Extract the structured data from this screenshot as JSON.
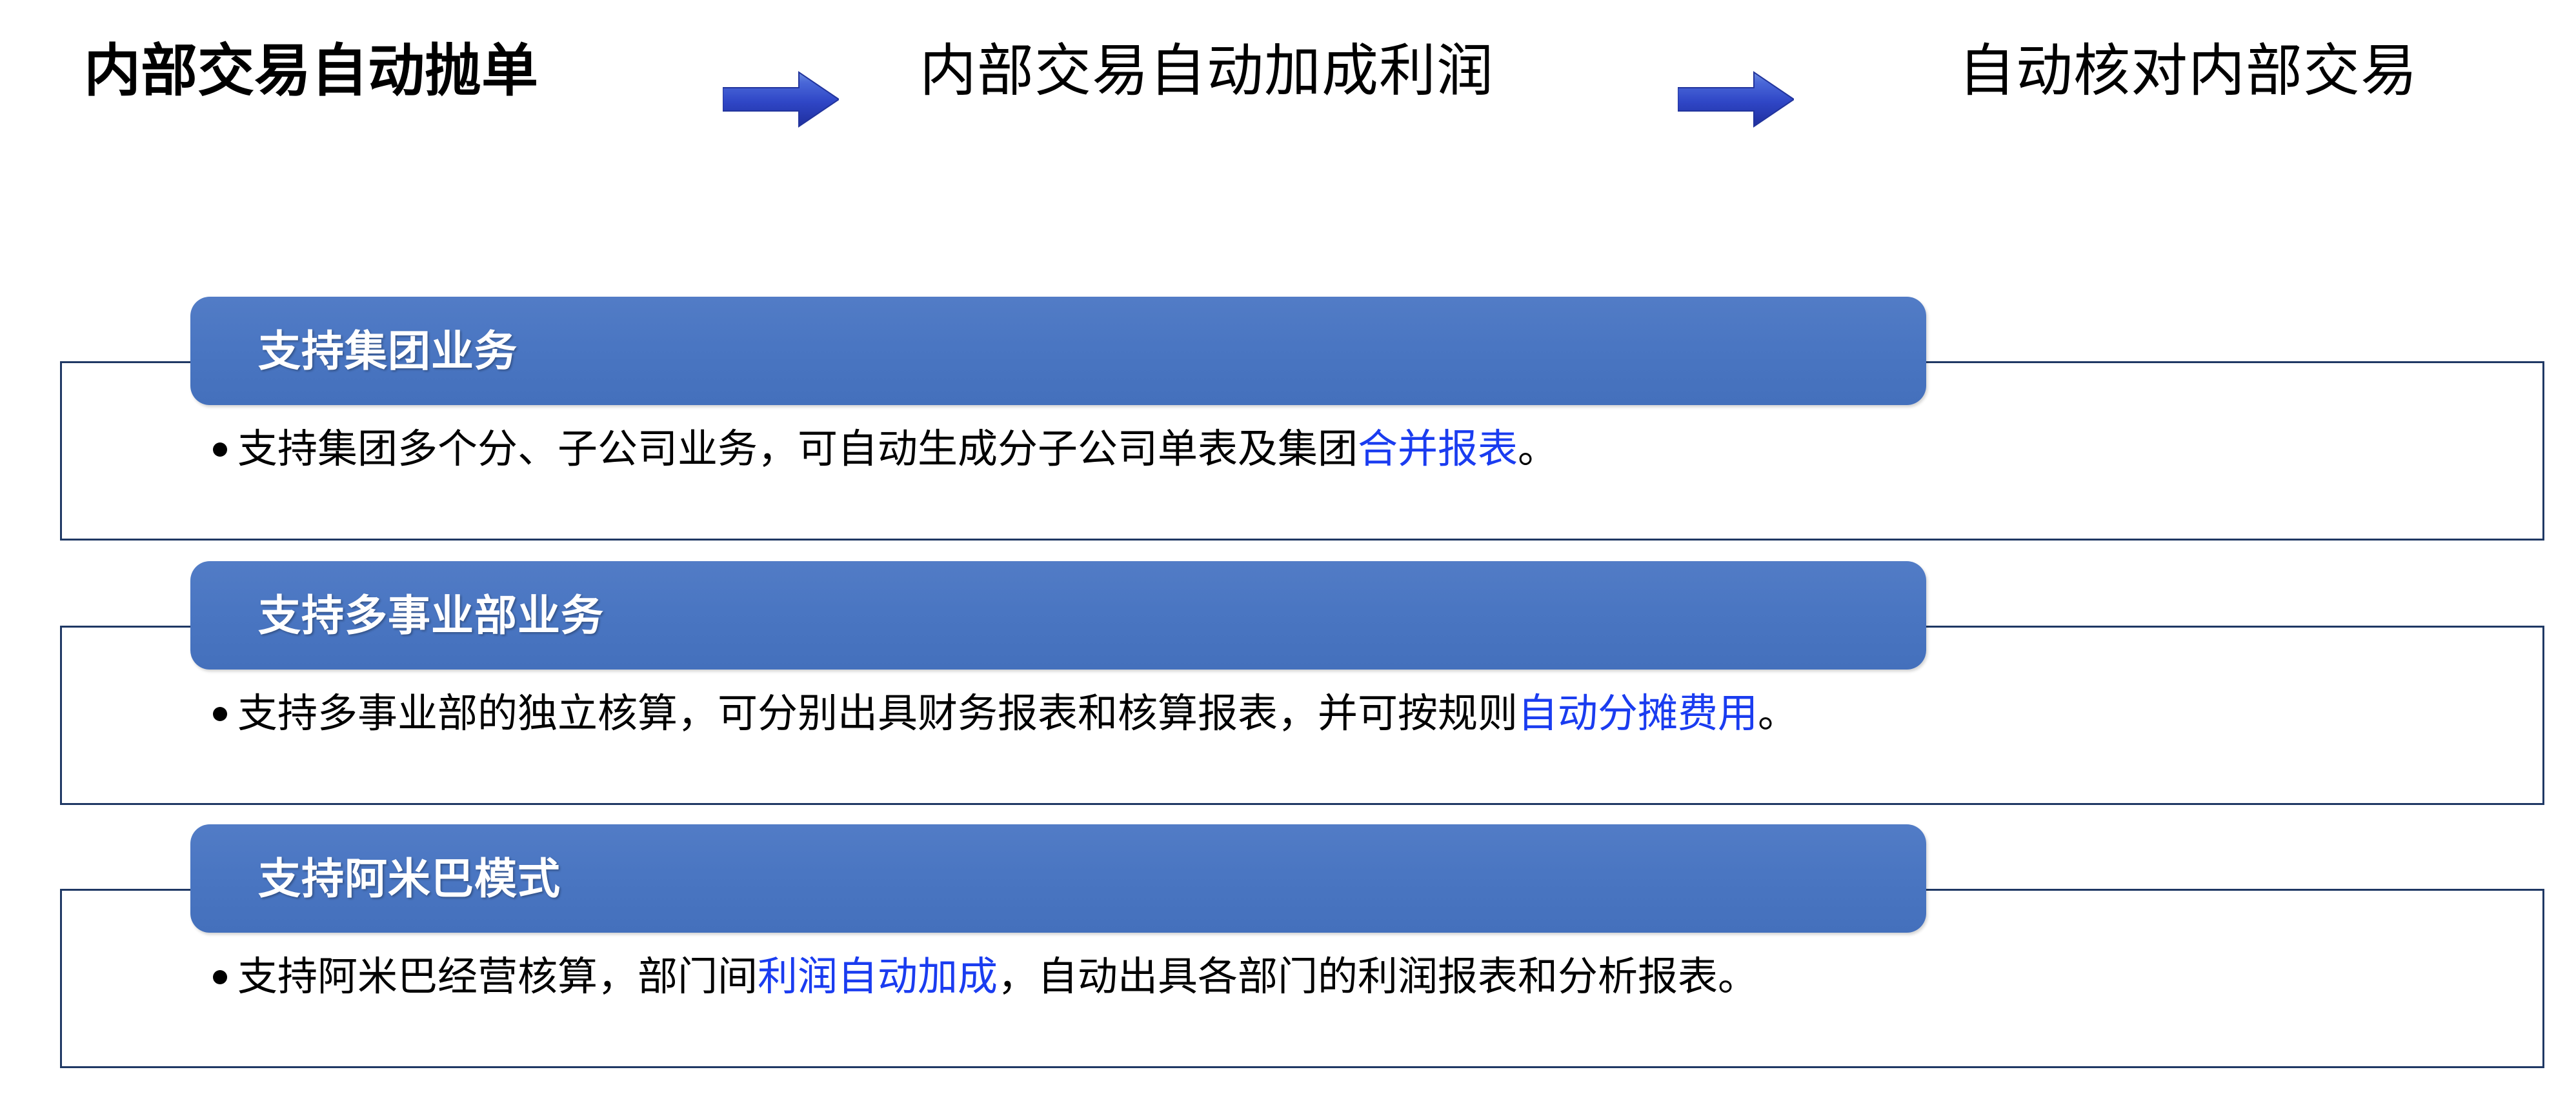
{
  "header": {
    "titles": [
      {
        "text": "内部交易自动抛单",
        "bold": true
      },
      {
        "text": "内部交易自动加成利润",
        "bold": false
      },
      {
        "text": "自动核对内部交易",
        "bold": false
      }
    ],
    "arrows": [
      {
        "icon": "right-arrow-icon"
      },
      {
        "icon": "right-arrow-icon"
      }
    ]
  },
  "colors": {
    "bar_blue": "#4a76c2",
    "box_border": "#1f3864",
    "highlight_blue": "#1a3cf0",
    "text_black": "#000000",
    "bar_label_white": "#ffffff"
  },
  "groups": [
    {
      "title": "支持集团业务",
      "body": {
        "pre": "支持集团多个分、子公司业务，可自动生成分子公司单表及集团",
        "highlight": "合并报表",
        "post": "。"
      }
    },
    {
      "title": "支持多事业部业务",
      "body": {
        "pre": "支持多事业部的独立核算，可分别出具财务报表和核算报表，并可按规则",
        "highlight": "自动分摊费用",
        "post": "。"
      }
    },
    {
      "title": "支持阿米巴模式",
      "body": {
        "pre": "支持阿米巴经营核算，部门间",
        "highlight": "利润自动加成",
        "post": "，自动出具各部门的利润报表和分析报表。"
      }
    }
  ]
}
